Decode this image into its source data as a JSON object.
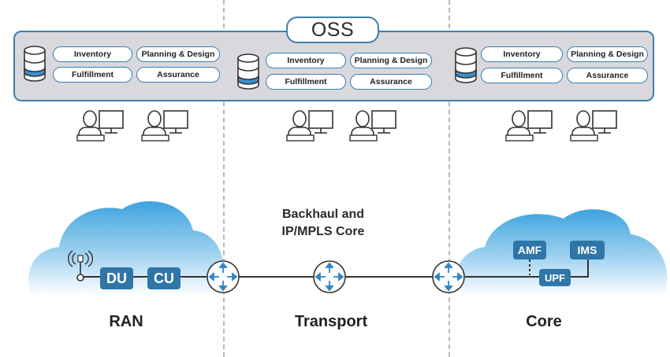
{
  "oss": {
    "title": "OSS",
    "domains": [
      {
        "name": "ran",
        "functions": [
          "Inventory",
          "Planning & Design",
          "Fulfillment",
          "Assurance"
        ]
      },
      {
        "name": "transport",
        "functions": [
          "Inventory",
          "Planning & Design",
          "Fulfillment",
          "Assurance"
        ]
      },
      {
        "name": "core",
        "functions": [
          "Inventory",
          "Planning & Design",
          "Fulfillment",
          "Assurance"
        ]
      }
    ]
  },
  "network": {
    "ran": {
      "label": "RAN",
      "nodes": [
        "DU",
        "CU"
      ]
    },
    "transport": {
      "label": "Transport",
      "title_line1": "Backhaul and",
      "title_line2": "IP/MPLS Core"
    },
    "core": {
      "label": "Core",
      "nodes": [
        "AMF",
        "IMS",
        "UPF"
      ]
    }
  },
  "colors": {
    "accent": "#3d7fae",
    "node_fill": "#2f75a8",
    "oss_panel": "#d9d8dd",
    "cloud_top": "#3fa6e0",
    "divider": "#b9b9b9"
  }
}
